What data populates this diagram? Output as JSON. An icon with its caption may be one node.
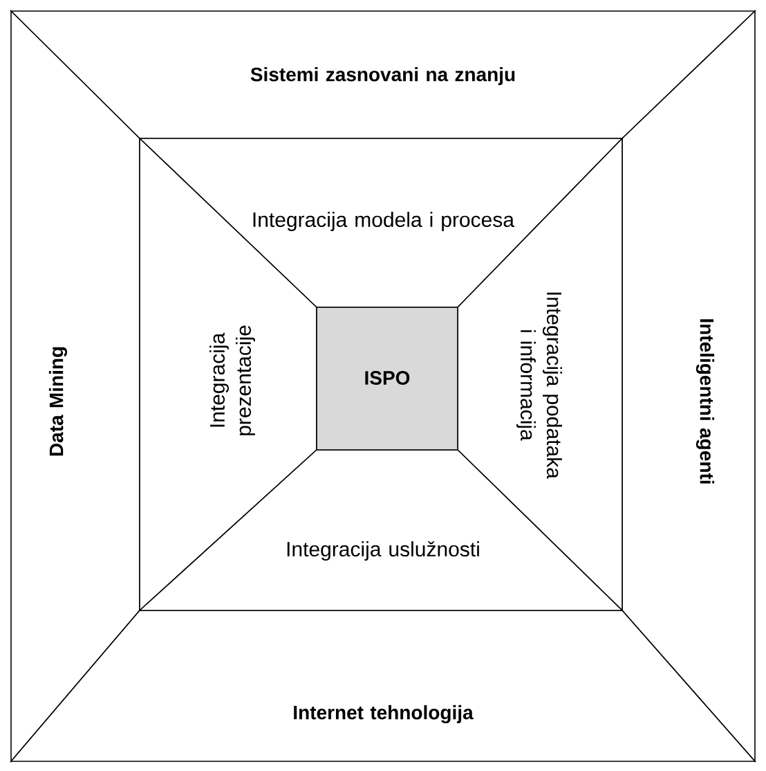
{
  "diagram": {
    "nodes": [
      {
        "text": [
          "Sistemi zasnovani na znanju"
        ]
      },
      {
        "text": [
          "Data Mining"
        ]
      },
      {
        "text": [
          "Inteligentni agenti"
        ]
      },
      {
        "text": [
          "Internet tehnologija"
        ]
      },
      {
        "text": [
          "Integracija modela i procesa"
        ]
      },
      {
        "text": [
          "Integracija prezentacije"
        ]
      },
      {
        "text": [
          "Integracija podataka i informacija"
        ]
      },
      {
        "text": [
          "Integracija uslužnosti"
        ]
      },
      {
        "text": [
          "ISPO"
        ]
      }
    ]
  }
}
